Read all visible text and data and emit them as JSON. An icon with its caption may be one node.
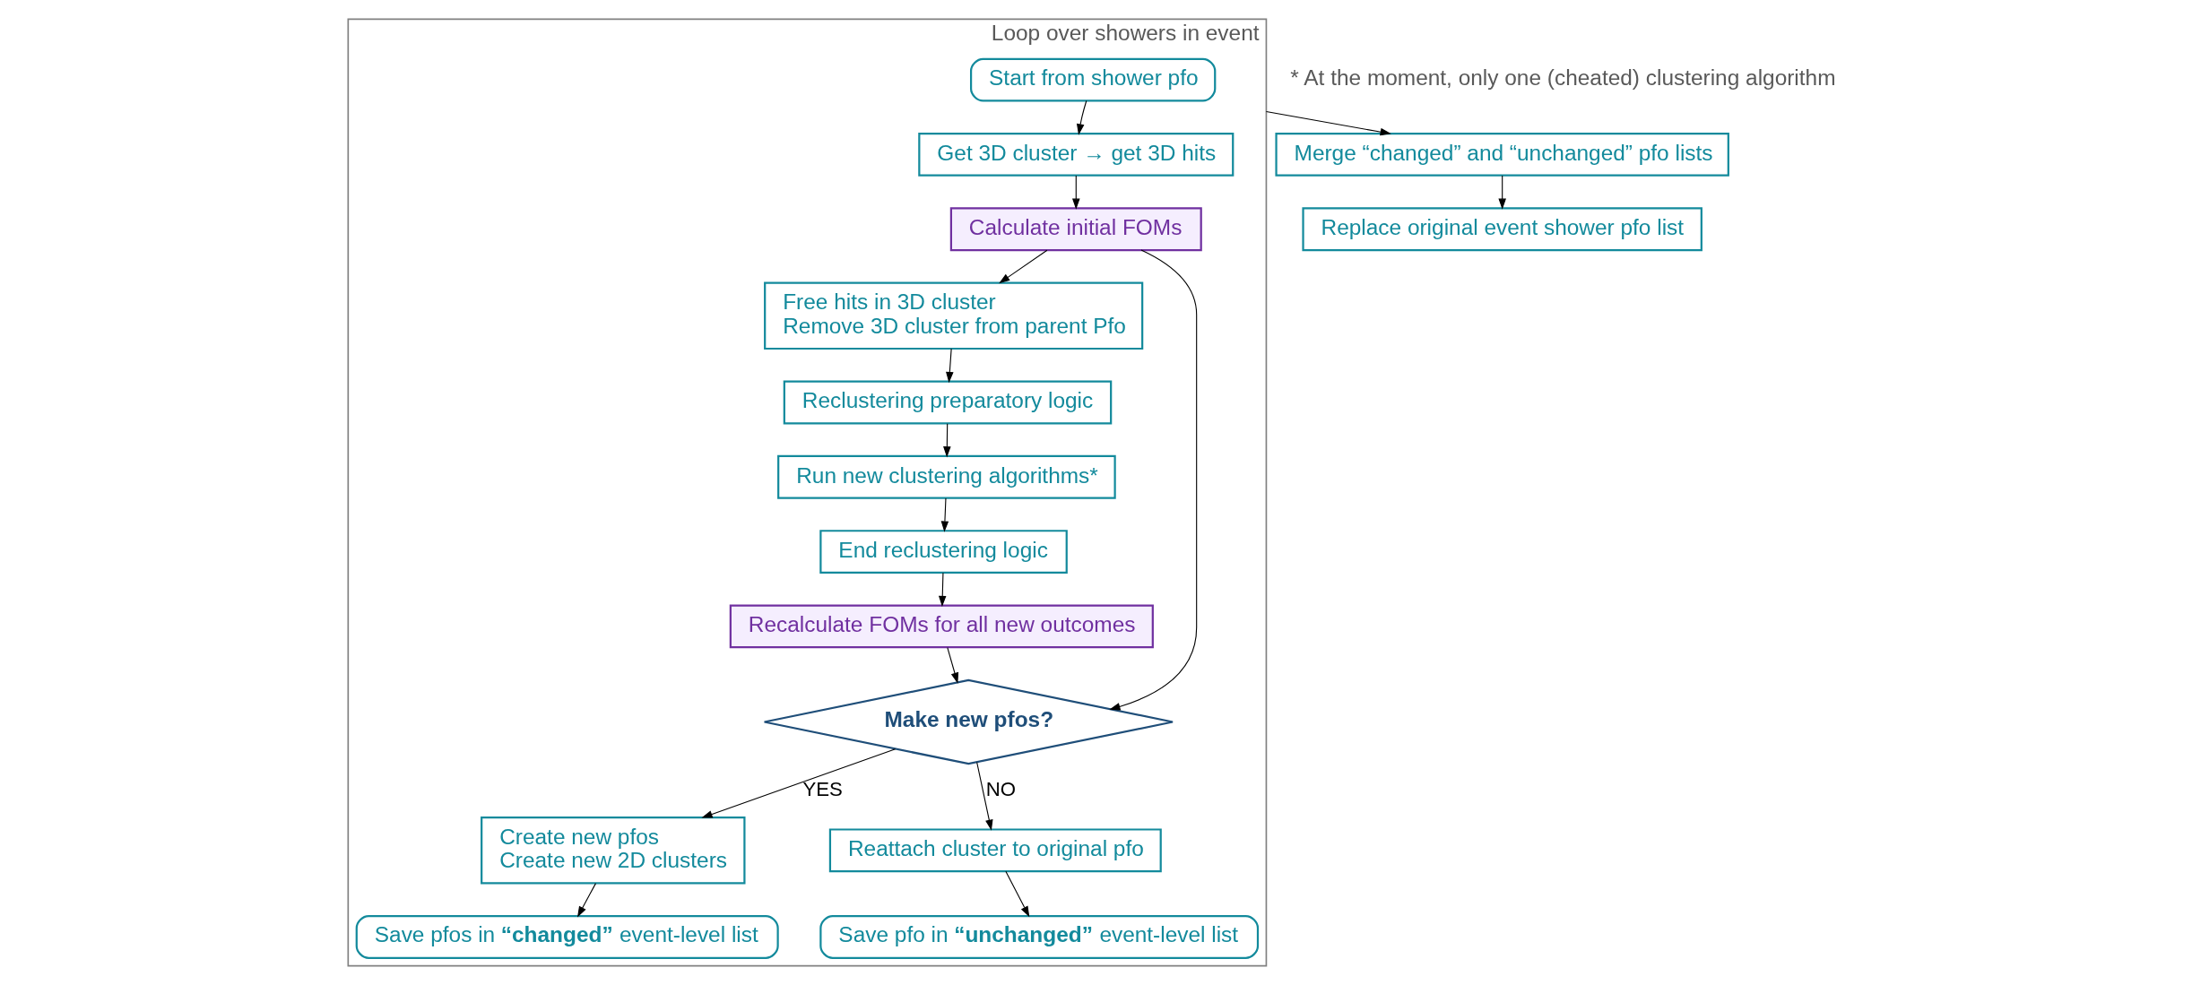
{
  "diagram": {
    "nodes": [
      {
        "text": [
          "Loop over showers in event"
        ]
      },
      {
        "text": [
          "Start from shower pfo"
        ],
        "in": 0
      },
      {
        "text": [
          "Get 3D cluster → get 3D hits"
        ],
        "in": 0
      },
      {
        "text": [
          "Calculate initial FOMs"
        ],
        "in": 0
      },
      {
        "text": [
          "Free hits in 3D cluster",
          "Remove 3D cluster from parent Pfo"
        ],
        "in": 0
      },
      {
        "text": [
          "Reclustering preparatory logic"
        ],
        "in": 0
      },
      {
        "text": [
          "Run new clustering algorithms*"
        ],
        "in": 0
      },
      {
        "text": [
          "End reclustering logic"
        ],
        "in": 0
      },
      {
        "text": [
          "Recalculate FOMs for all new outcomes"
        ],
        "in": 0
      },
      {
        "text": [
          "Make new pfos?"
        ],
        "in": 0
      },
      {
        "text": [
          "Create new pfos",
          "Create new 2D clusters"
        ],
        "in": 0
      },
      {
        "text": [
          "Save pfos in **“changed”** event-level list"
        ],
        "in": 0
      },
      {
        "text": [
          "Reattach cluster to original pfo"
        ],
        "in": 0
      },
      {
        "text": [
          "Save pfo in **“unchanged”** event-level list"
        ],
        "in": 0
      },
      {
        "text": [
          "Merge “changed” and “unchanged” pfo lists"
        ]
      },
      {
        "text": [
          "Replace original event shower pfo list"
        ]
      }
    ],
    "edges": [
      {
        "from": 1,
        "to": 2,
        "arrow": "to"
      },
      {
        "from": 2,
        "to": 3,
        "arrow": "to"
      },
      {
        "from": 3,
        "to": 4,
        "arrow": "to"
      },
      {
        "from": 4,
        "to": 5,
        "arrow": "to"
      },
      {
        "from": 5,
        "to": 6,
        "arrow": "to"
      },
      {
        "from": 6,
        "to": 7,
        "arrow": "to"
      },
      {
        "from": 7,
        "to": 8,
        "arrow": "to"
      },
      {
        "from": 3,
        "to": 9,
        "arrow": "to"
      },
      {
        "from": 8,
        "to": 9,
        "arrow": "to"
      },
      {
        "from": 9,
        "to": 10,
        "label": "YES",
        "arrow": "to"
      },
      {
        "from": 10,
        "to": 11,
        "arrow": "to"
      },
      {
        "from": 9,
        "to": 12,
        "label": "NO",
        "arrow": "to"
      },
      {
        "from": 12,
        "to": 13,
        "arrow": "to"
      },
      {
        "from": 0,
        "to": 14,
        "arrow": "to"
      },
      {
        "from": 14,
        "to": 15,
        "arrow": "to"
      }
    ],
    "labels": [
      "* At the moment, only one (cheated) clustering algorithm"
    ]
  }
}
